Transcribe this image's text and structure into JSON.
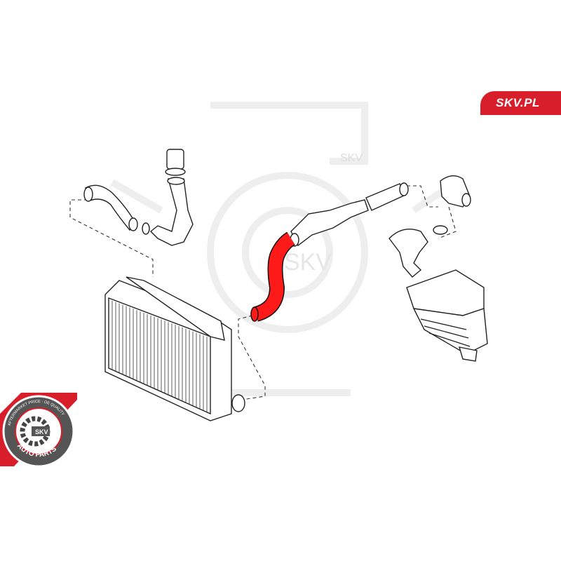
{
  "brand": {
    "site_label": "SKV.PL",
    "watermark_text": "SKV",
    "badge": {
      "center_text": "SKV",
      "top_ring_text": "AFTERMARKET PRICE · OE QUALITY",
      "bottom_ring_text": "AUTO PARTS"
    }
  },
  "colors": {
    "brand_red": "#d81e2a",
    "highlight_part": "#ff1a1a",
    "line_art": "#222222",
    "watermark": "#eeeeee"
  },
  "highlighted_part": "intercooler-to-throttle-hose"
}
